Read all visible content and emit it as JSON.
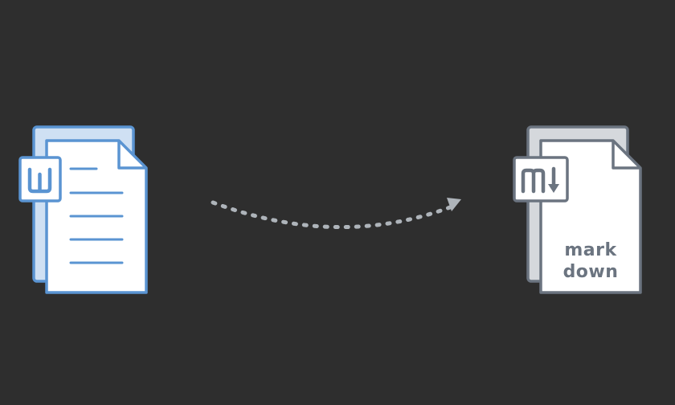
{
  "word_doc": {
    "badge_letter": "W",
    "icon": "word-document-icon"
  },
  "markdown_doc": {
    "label_line1": "mark",
    "label_line2": "down",
    "icon": "markdown-document-icon"
  },
  "arrow": {
    "icon": "dotted-curved-arrow-icon"
  },
  "colors": {
    "background": "#2e2e2e",
    "word_blue": "#5a94d2",
    "word_fill_back": "#cfe0f3",
    "page_white": "#ffffff",
    "markdown_gray": "#6b7480",
    "markdown_fill_back": "#d5d8dc",
    "arrow_gray": "#aeb4ba"
  }
}
